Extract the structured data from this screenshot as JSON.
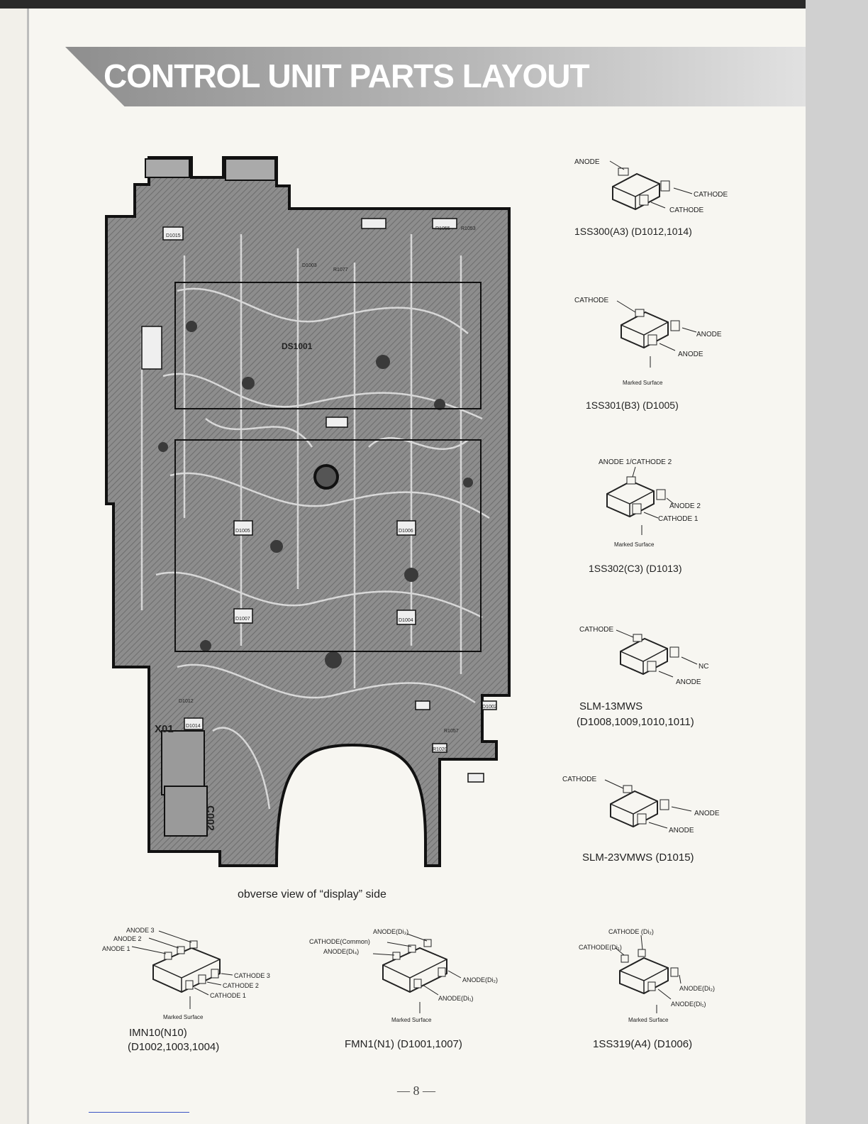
{
  "header": {
    "title": "CONTROL UNIT PARTS LAYOUT"
  },
  "board": {
    "refs": {
      "ds1001": "DS1001",
      "x01": "X01",
      "c002": "C002",
      "d1015": "D1015",
      "r1053": "R1053",
      "r1055": "R1055",
      "r1077": "R1077",
      "d1003": "D1003",
      "d1005": "D1005",
      "d1006": "D1006",
      "d1007": "D1007",
      "d1004": "D1004",
      "d1002": "D1002",
      "d1012": "D1012",
      "d1014": "D1014",
      "r1020": "R1020",
      "r1057": "R1057"
    },
    "caption": "obverse view of “display” side"
  },
  "diagrams": {
    "d1": {
      "labels": [
        "ANODE",
        "CATHODE",
        "CATHODE"
      ],
      "caption": "1SS300(A3) (D1012,1014)"
    },
    "d2": {
      "labels": [
        "CATHODE",
        "ANODE",
        "ANODE"
      ],
      "marked": "Marked Surface",
      "caption": "1SS301(B3) (D1005)"
    },
    "d3": {
      "labels": [
        "ANODE 1/CATHODE 2",
        "ANODE 2",
        "CATHODE 1"
      ],
      "marked": "Marked Surface",
      "caption": "1SS302(C3) (D1013)"
    },
    "d4": {
      "labels": [
        "CATHODE",
        "NC",
        "ANODE"
      ],
      "caption_line1": "SLM-13MWS",
      "caption_line2": "(D1008,1009,1010,1011)"
    },
    "d5": {
      "labels": [
        "CATHODE",
        "ANODE",
        "ANODE"
      ],
      "caption": "SLM-23VMWS (D1015)"
    },
    "d6": {
      "labels": [
        "ANODE 3",
        "ANODE 2",
        "ANODE 1",
        "CATHODE 3",
        "CATHODE 2",
        "CATHODE 1"
      ],
      "marked": "Marked Surface",
      "caption_line1": "IMN10(N10)",
      "caption_line2": "(D1002,1003,1004)"
    },
    "d7": {
      "labels": [
        "ANODE(Di₃)",
        "CATHODE(Common)",
        "ANODE(Di₄)",
        "ANODE(Di₂)",
        "ANODE(Di₁)"
      ],
      "marked": "Marked Surface",
      "caption": "FMN1(N1) (D1001,1007)"
    },
    "d8": {
      "labels": [
        "CATHODE (Di₂)",
        "CATHODE(Di₁)",
        "ANODE(Di₂)",
        "ANODE(Di₁)"
      ],
      "marked": "Marked Surface",
      "caption": "1SS319(A4) (D1006)"
    }
  },
  "footer": {
    "page_number": "— 8 —"
  }
}
